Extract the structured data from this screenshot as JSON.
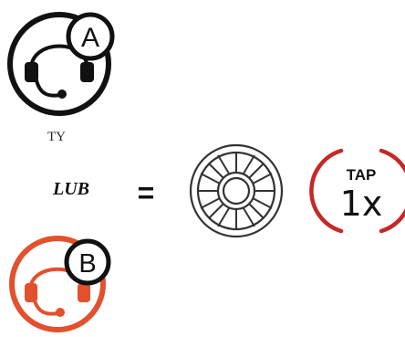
{
  "headset_a": {
    "letter": "A",
    "color": "#111111",
    "icon": "headset-icon"
  },
  "headset_b": {
    "letter": "B",
    "color": "#e2502c",
    "icon": "headset-icon"
  },
  "label_top": "TY",
  "label_mid": "LUB",
  "equals": "=",
  "dial": {
    "icon": "jog-dial-icon"
  },
  "tap_badge": {
    "word": "TAP",
    "count": "1x",
    "arc_color": "#c62828"
  }
}
